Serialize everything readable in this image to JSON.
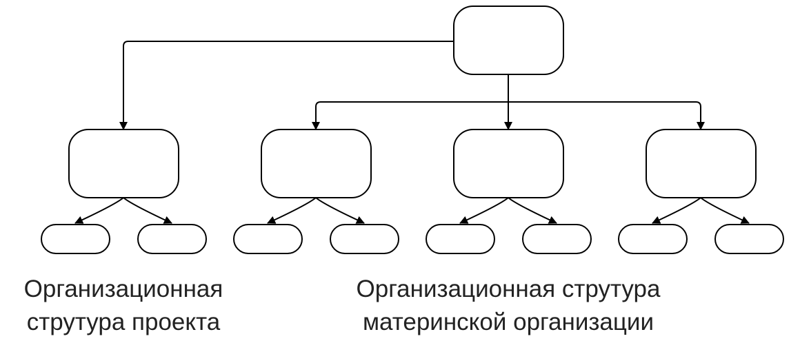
{
  "labels": {
    "project": {
      "line1": "Организационная",
      "line2": "струтура проекта"
    },
    "parent": {
      "line1": "Организационная струтура",
      "line2": "материнской организации"
    }
  },
  "colors": {
    "line": "#000000",
    "text": "#222222",
    "background": "#ffffff"
  }
}
